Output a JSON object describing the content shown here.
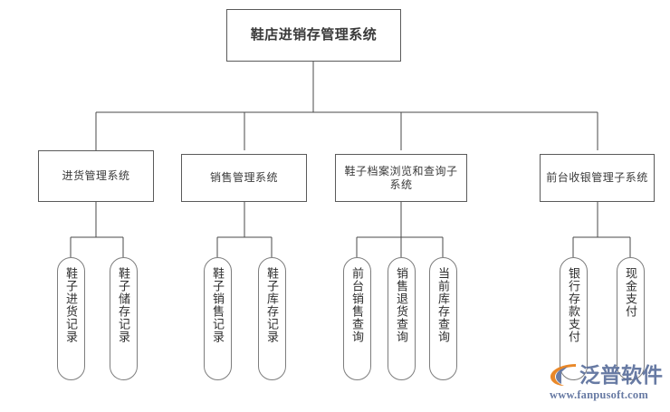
{
  "diagram": {
    "type": "hierarchy-tree",
    "background_color": "#ffffff",
    "box_border_color": "#5a5a5a",
    "pill_border_color": "#7d7d7d",
    "connector_color": "#4a4a4a",
    "root": {
      "label": "鞋店进销存管理系统"
    },
    "subsystems": [
      {
        "label": "进货管理系统"
      },
      {
        "label": "销售管理系统"
      },
      {
        "label": "鞋子档案浏览和查询子系统"
      },
      {
        "label": "前台收银管理子系统"
      }
    ],
    "leaves": [
      {
        "label": "鞋子进货记录",
        "parent": "进货管理系统"
      },
      {
        "label": "鞋子储存记录",
        "parent": "进货管理系统"
      },
      {
        "label": "鞋子销售记录",
        "parent": "销售管理系统"
      },
      {
        "label": "鞋子库存记录",
        "parent": "销售管理系统"
      },
      {
        "label": "前台销售查询",
        "parent": "鞋子档案浏览和查询子系统"
      },
      {
        "label": "销售退货查询",
        "parent": "鞋子档案浏览和查询子系统"
      },
      {
        "label": "当前库存查询",
        "parent": "鞋子档案浏览和查询子系统"
      },
      {
        "label": "银行存款支付",
        "parent": "前台收银管理子系统"
      },
      {
        "label": "现金支付",
        "parent": "前台收银管理子系统"
      }
    ]
  },
  "watermark": {
    "brand": "泛普软件",
    "url": "www.fanpusoft.com",
    "brand_color": "#5b6f9c",
    "accent_color": "#e8821e"
  }
}
